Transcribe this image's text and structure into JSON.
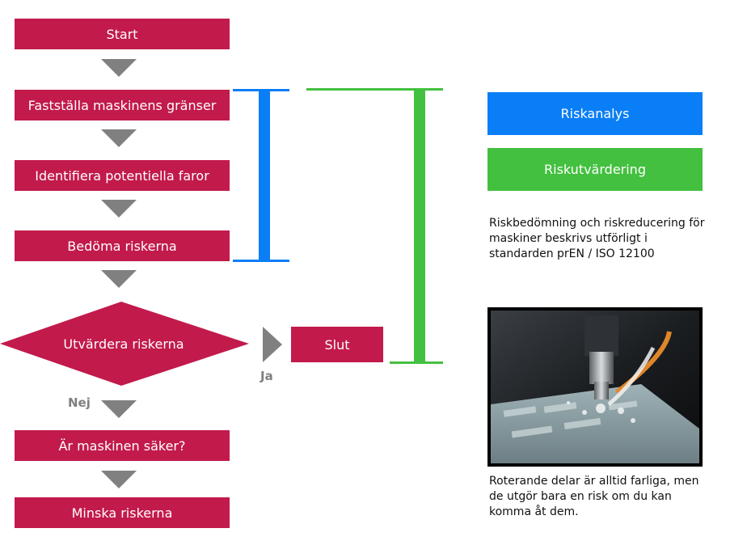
{
  "flow": {
    "start": "Start",
    "step1": "Fastställa maskinens gränser",
    "step2": "Identifiera potentiella faror",
    "step3": "Bedöma riskerna",
    "decision": "Utvärdera riskerna",
    "end": "Slut",
    "yes_label": "Ja",
    "no_label": "Nej",
    "step4": "Är maskinen säker?",
    "step5": "Minska riskerna"
  },
  "legend": {
    "analysis": "Riskanalys",
    "evaluation": "Riskutvärdering"
  },
  "notes": {
    "standard": "Riskbedömning och riskreducering för maskiner beskrivs utförligt i standarden prEN / ISO 12100",
    "caption": "Roterande delar är alltid farliga, men de utgör bara en risk om du kan komma åt dem."
  },
  "colors": {
    "box": "#c21a4b",
    "arrow": "#808080",
    "analysis": "#0a7ef7",
    "evaluation": "#43c03f"
  }
}
